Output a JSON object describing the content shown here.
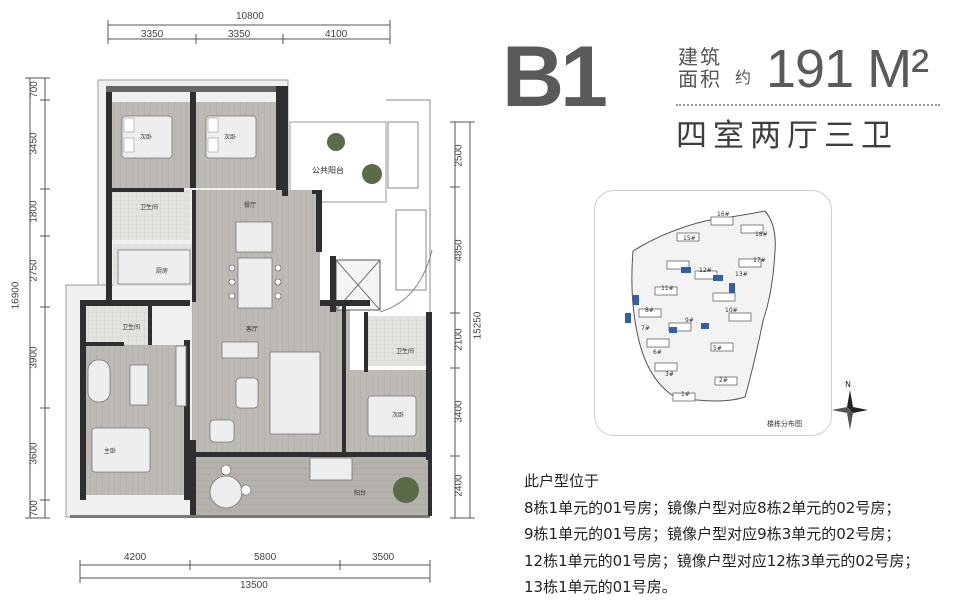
{
  "floorplan": {
    "dims_top": {
      "total": "10800",
      "segments": [
        "3350",
        "3350",
        "4100"
      ]
    },
    "dims_bottom": {
      "total": "13500",
      "segments": [
        "4200",
        "5800",
        "3500"
      ]
    },
    "dims_left": {
      "total": "16900",
      "segments": [
        "700",
        "3450",
        "1800",
        "2750",
        "3900",
        "3600",
        "700"
      ]
    },
    "dims_right": {
      "total": "15250",
      "segments": [
        "2500",
        "4850",
        "2100",
        "3400",
        "2400"
      ]
    },
    "rooms": {
      "bedroom1": "次卧",
      "bedroom2": "次卧",
      "public_balcony": "公共阳台",
      "bath1": "卫生间",
      "dining": "餐厅",
      "kitchen": "厨房",
      "bath2": "卫生间",
      "living": "客厅",
      "bath3": "卫生间",
      "bedroom3": "次卧",
      "master": "主卧",
      "terrace": "阳台"
    }
  },
  "title": {
    "unit_code": "B1",
    "area_label_line1": "建筑",
    "area_label_line2": "面积",
    "approx": "约",
    "area_value": "191 M²",
    "layout": "四室两厅三卫"
  },
  "site_map": {
    "caption": "楼栋分布图",
    "north": "N",
    "buildings": [
      "1#",
      "2#",
      "3#",
      "5#",
      "6#",
      "7#",
      "8#",
      "9#",
      "10#",
      "11#",
      "12#",
      "13#",
      "15#",
      "16#",
      "17#",
      "18#"
    ]
  },
  "location": {
    "heading": "此户型位于",
    "lines": [
      "8栋1单元的01号房；镜像户型对应8栋2单元的02号房；",
      "9栋1单元的01号房；镜像户型对应9栋3单元的02号房；",
      "12栋1单元的01号房；镜像户型对应12栋3单元的02号房；",
      "13栋1单元的01号房。"
    ]
  },
  "colors": {
    "wall": "#2f2f2f",
    "wood_floor": "#b9b6b1",
    "tile_floor": "#d9d8d4",
    "title_gray": "#5a5a5a",
    "highlight_blue": "#2f5fb3"
  }
}
